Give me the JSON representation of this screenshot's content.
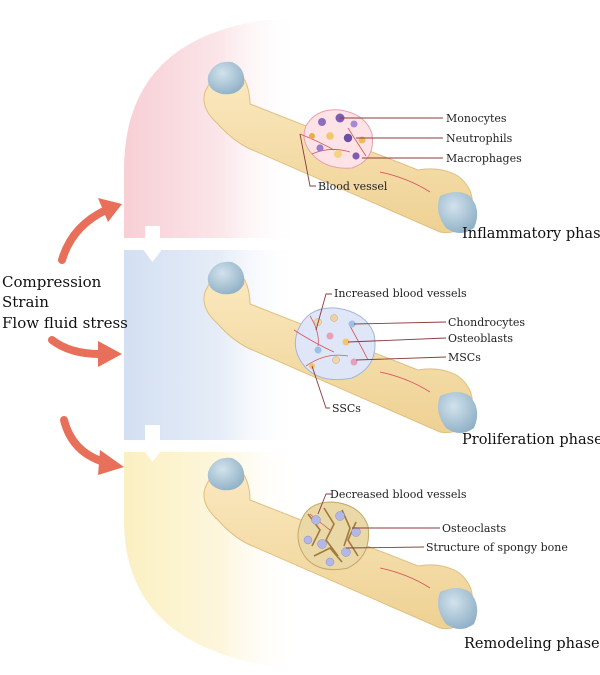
{
  "forces": {
    "line1": "Compression",
    "line2": "Strain",
    "line3": "Flow fluid stress"
  },
  "phases": {
    "inflammatory": {
      "title": "Inflammatory phase",
      "labels": {
        "monocytes": "Monocytes",
        "neutrophils": "Neutrophils",
        "macrophages": "Macrophages",
        "blood_vessel": "Blood vessel"
      }
    },
    "proliferation": {
      "title": "Proliferation phase",
      "labels": {
        "increased_vessels": "Increased blood vessels",
        "chondrocytes": "Chondrocytes",
        "osteoblasts": "Osteoblasts",
        "mscs": "MSCs",
        "sscs": "SSCs"
      }
    },
    "remodeling": {
      "title": "Remodeling phase",
      "labels": {
        "decreased_vessels": "Decreased blood vessels",
        "osteoclasts": "Osteoclasts",
        "spongy_bone": "Structure of spongy bone"
      }
    }
  },
  "colors": {
    "arrow": "#e8705a",
    "bone": "#f5dca3",
    "cartilage": "#a9c4d6",
    "inflammatory_bg": "#f8d5da",
    "proliferation_bg": "#d6e2f3",
    "remodeling_bg": "#fbf1c6"
  }
}
